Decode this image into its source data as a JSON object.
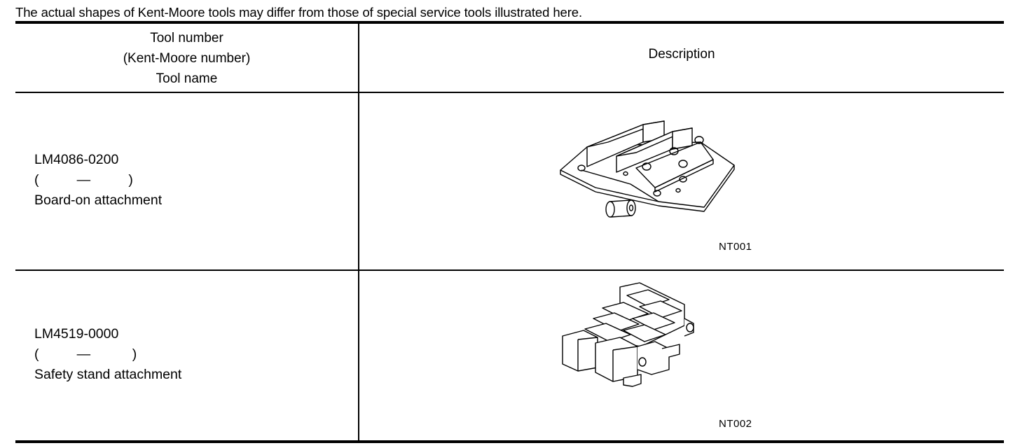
{
  "note": "The actual shapes of Kent-Moore tools may differ from those of special service tools illustrated here.",
  "header": {
    "col1_line1": "Tool number",
    "col1_line2": "(Kent-Moore number)",
    "col1_line3": "Tool name",
    "col2": "Description"
  },
  "rows": [
    {
      "tool_number": "LM4086-0200",
      "kent_moore": "(          —          )",
      "tool_name": "Board-on attachment",
      "figure_icon": "board-on-attachment-illustration",
      "figure_code": "NT001"
    },
    {
      "tool_number": "LM4519-0000",
      "kent_moore": "(          —           )",
      "tool_name": "Safety stand attachment",
      "figure_icon": "safety-stand-attachment-illustration",
      "figure_code": "NT002"
    }
  ]
}
